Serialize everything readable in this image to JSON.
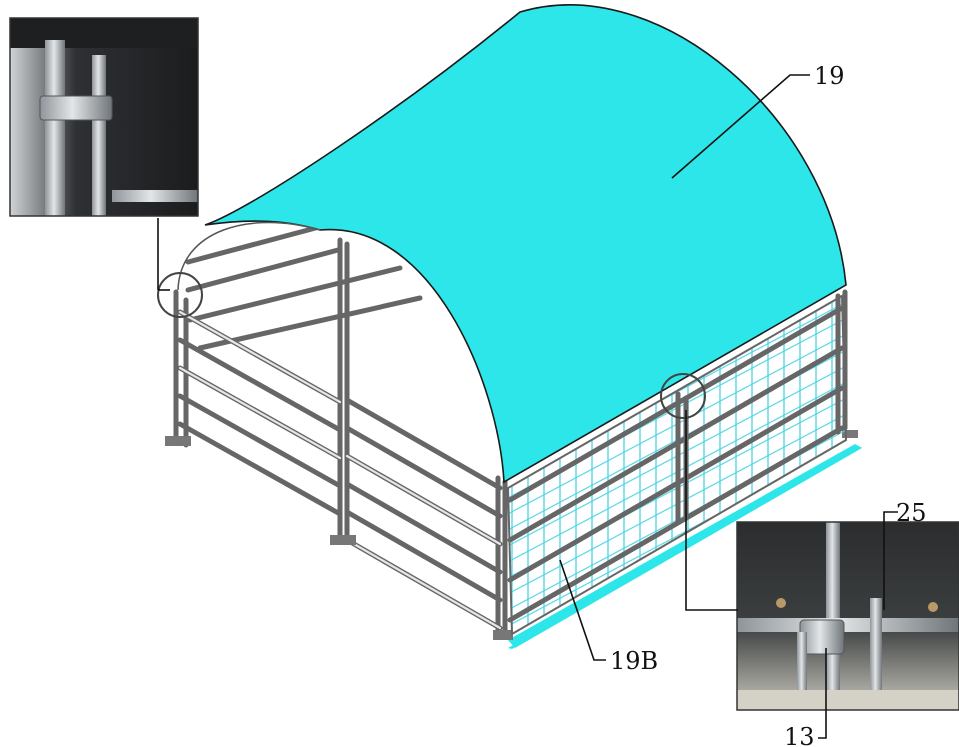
{
  "colors": {
    "cover": "#2de6ea",
    "cover_edge": "#1a1a1a",
    "mesh": "#4fd4e4",
    "frame": "#666666"
  },
  "labels": {
    "cover": "19",
    "mesh_side": "19B",
    "clamp_bolt": "25",
    "clamp": "13"
  },
  "insets": [
    {
      "name": "top-left-detail-photo",
      "depicts": "pipe-clamp-on-post"
    },
    {
      "name": "bottom-right-detail-photo",
      "depicts": "clamp-with-bolt"
    }
  ]
}
